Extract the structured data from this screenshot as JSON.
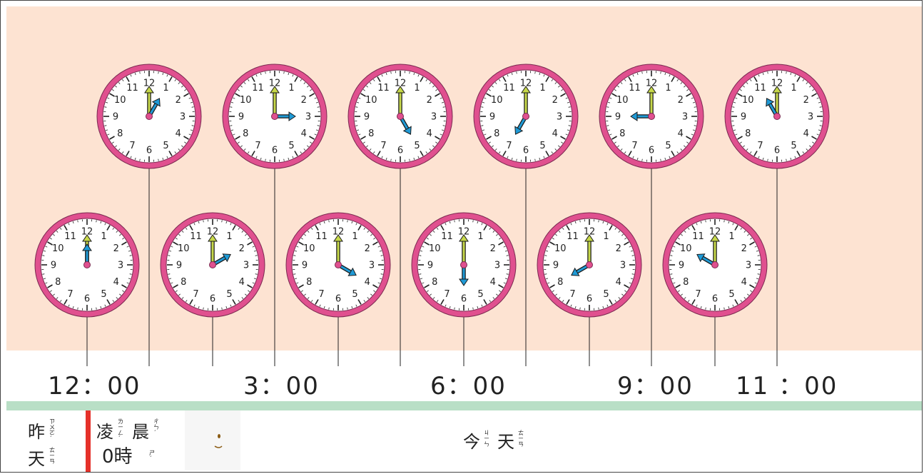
{
  "clocks": {
    "top_row": [
      {
        "time": "1:00",
        "hour": 1,
        "minute": 0
      },
      {
        "time": "3:00",
        "hour": 3,
        "minute": 0
      },
      {
        "time": "5:00",
        "hour": 5,
        "minute": 0
      },
      {
        "time": "7:00",
        "hour": 7,
        "minute": 0
      },
      {
        "time": "9:00",
        "hour": 9,
        "minute": 0
      },
      {
        "time": "11:00",
        "hour": 11,
        "minute": 0
      }
    ],
    "bottom_row": [
      {
        "time": "12:00",
        "hour": 12,
        "minute": 0
      },
      {
        "time": "2:00",
        "hour": 2,
        "minute": 0
      },
      {
        "time": "4:00",
        "hour": 4,
        "minute": 0
      },
      {
        "time": "6:00",
        "hour": 6,
        "minute": 0
      },
      {
        "time": "8:00",
        "hour": 8,
        "minute": 0
      },
      {
        "time": "10:00",
        "hour": 10,
        "minute": 0
      }
    ],
    "dial_numbers": [
      "12",
      "1",
      "2",
      "3",
      "4",
      "5",
      "6",
      "7",
      "8",
      "9",
      "10",
      "11"
    ]
  },
  "timeline_labels": [
    "12：00",
    "3：00",
    "6：00",
    "9：00",
    "11 ：00"
  ],
  "footer": {
    "yesterday_char1": "昨",
    "yesterday_zhuyin1": "ㄗㄨㄛˊ",
    "yesterday_char2": "天",
    "yesterday_zhuyin2": "ㄊㄧㄢ",
    "early_char1": "凌",
    "early_zhuyin1": "ㄌㄧㄥˊ",
    "early_char2": "晨",
    "early_zhuyin2": "ㄔㄣˊ",
    "zero_hour": "0時",
    "zero_zhuyin": "ㄕˊ",
    "today_char1": "今",
    "today_zhuyin1": "ㄐㄧㄣ",
    "today_char2": "天",
    "today_zhuyin2": "ㄊㄧㄢ"
  },
  "colors": {
    "background_panel": "#fde3d2",
    "clock_rim": "#e0508f",
    "minute_hand": "#c7d84a",
    "hour_hand": "#1f9ad6",
    "green_bar": "#b9dfc6",
    "red_divider": "#e5312a",
    "moon": "#e8b12a"
  }
}
